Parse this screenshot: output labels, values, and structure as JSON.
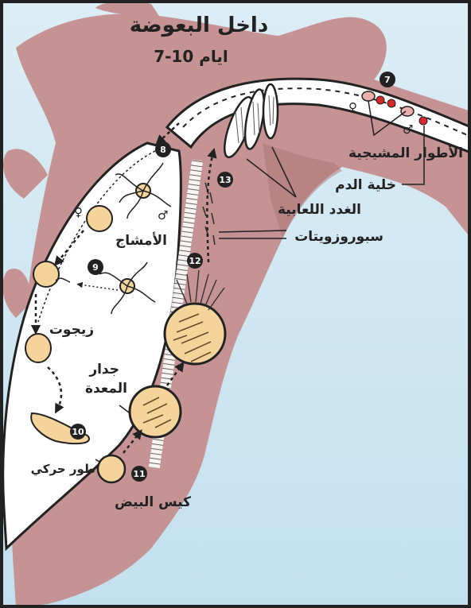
{
  "title": "داخل البعوضة",
  "subtitle": "7-10 ايام",
  "labels": {
    "gametocytes": "الأطوار المشيجية",
    "blood_cell": "خلية الدم",
    "salivary_glands": "الغدد اللعابية",
    "sporozoites": "سبوروزويتات",
    "gametes": "الأمشاج",
    "zygote": "زيجوت",
    "midgut_wall_1": "جدار",
    "midgut_wall_2": "المعدة",
    "ookinete": "طور حركي",
    "oocyst": "كيس البيض"
  },
  "steps": [
    "7",
    "8",
    "9",
    "10",
    "11",
    "12",
    "13"
  ],
  "symbols": {
    "female": "♀",
    "male": "♂"
  },
  "colors": {
    "sky": "#cfe6f1",
    "mosquito": "#c59393",
    "mosquito_dark": "#a97373",
    "gut": "#ffffff",
    "cell": "#f5d49c",
    "outline": "#222222",
    "rbc": "#d8282b"
  }
}
